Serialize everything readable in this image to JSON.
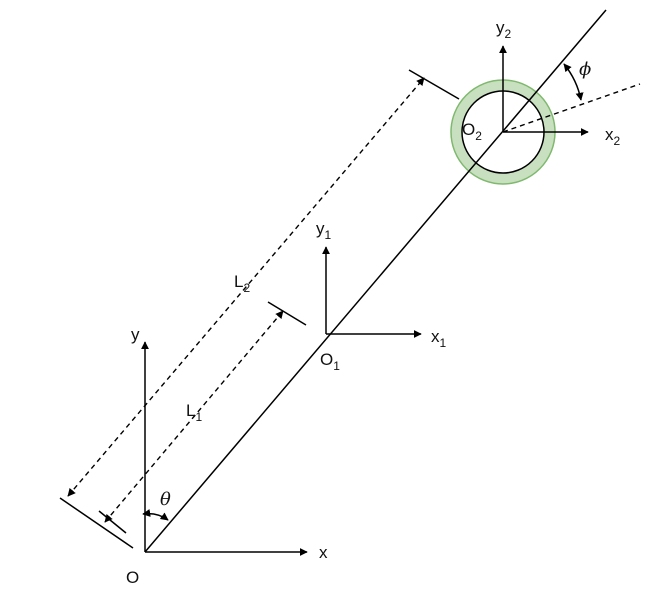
{
  "labels": {
    "origin": "O",
    "x": "x",
    "y": "y",
    "o1": "O",
    "o1_sub": "1",
    "x1": "x",
    "x1_sub": "1",
    "y1": "y",
    "y1_sub": "1",
    "o2": "O",
    "o2_sub": "2",
    "x2": "x",
    "x2_sub": "2",
    "y2": "y",
    "y2_sub": "2",
    "l1": "L",
    "l1_sub": "1",
    "l2": "L",
    "l2_sub": "2",
    "theta": "θ",
    "phi": "ϕ"
  },
  "colors": {
    "ring_fill": "#c8e0bf",
    "ring_stroke": "#7fb96e",
    "line": "#000000"
  }
}
